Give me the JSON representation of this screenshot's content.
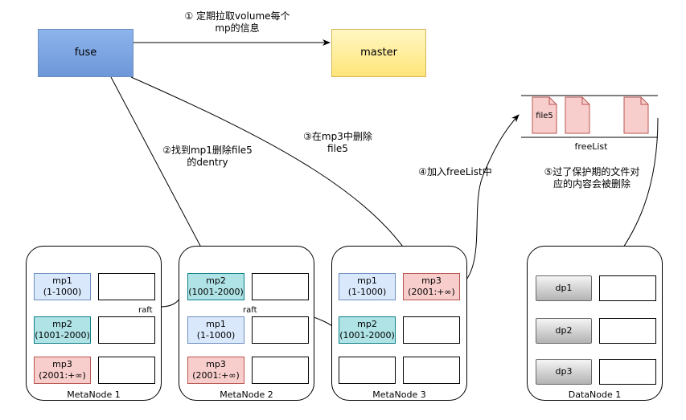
{
  "nodes": {
    "fuse": "fuse",
    "master": "master"
  },
  "steps": {
    "s1_line1": "① 定期拉取volume每个",
    "s1_line2": "mp的信息",
    "s2_line1": "②找到mp1删除file5",
    "s2_line2": "的dentry",
    "s3_line1": "③在mp3中删除",
    "s3_line2": "file5",
    "s4": "④加入freeList中",
    "s5_line1": "⑤过了保护期的文件对",
    "s5_line2": "应的内容会被删除"
  },
  "freelist": {
    "label": "freeList",
    "file_label": "file5"
  },
  "raft_label": "raft",
  "metanodes": [
    {
      "title": "MetaNode 1",
      "partitions": [
        {
          "name": "mp1",
          "range": "(1-1000)"
        },
        {
          "name": "mp2",
          "range": "(1001-2000)"
        },
        {
          "name": "mp3",
          "range": "(2001:+∞)"
        }
      ]
    },
    {
      "title": "MetaNode 2",
      "partitions": [
        {
          "name": "mp2",
          "range": "(1001-2000)"
        },
        {
          "name": "mp1",
          "range": "(1-1000)"
        },
        {
          "name": "mp3",
          "range": "(2001:+∞)"
        }
      ]
    },
    {
      "title": "MetaNode 3",
      "partitions": [
        {
          "name": "mp1",
          "range": "(1-1000)"
        },
        {
          "name": "mp3",
          "range": "(2001:+∞)"
        },
        {
          "name": "mp2",
          "range": "(1001-2000)"
        }
      ]
    }
  ],
  "datanode": {
    "title": "DataNode 1",
    "partitions": [
      "dp1",
      "dp2",
      "dp3"
    ]
  },
  "colors": {
    "fuse_fill": "#7ea6e0",
    "master_fill": "#fff2a8",
    "mp1_fill": "#dae8fc",
    "mp2_fill": "#b0e3e6",
    "mp3_fill": "#f8cecc",
    "file_fill": "#f8cecc"
  }
}
